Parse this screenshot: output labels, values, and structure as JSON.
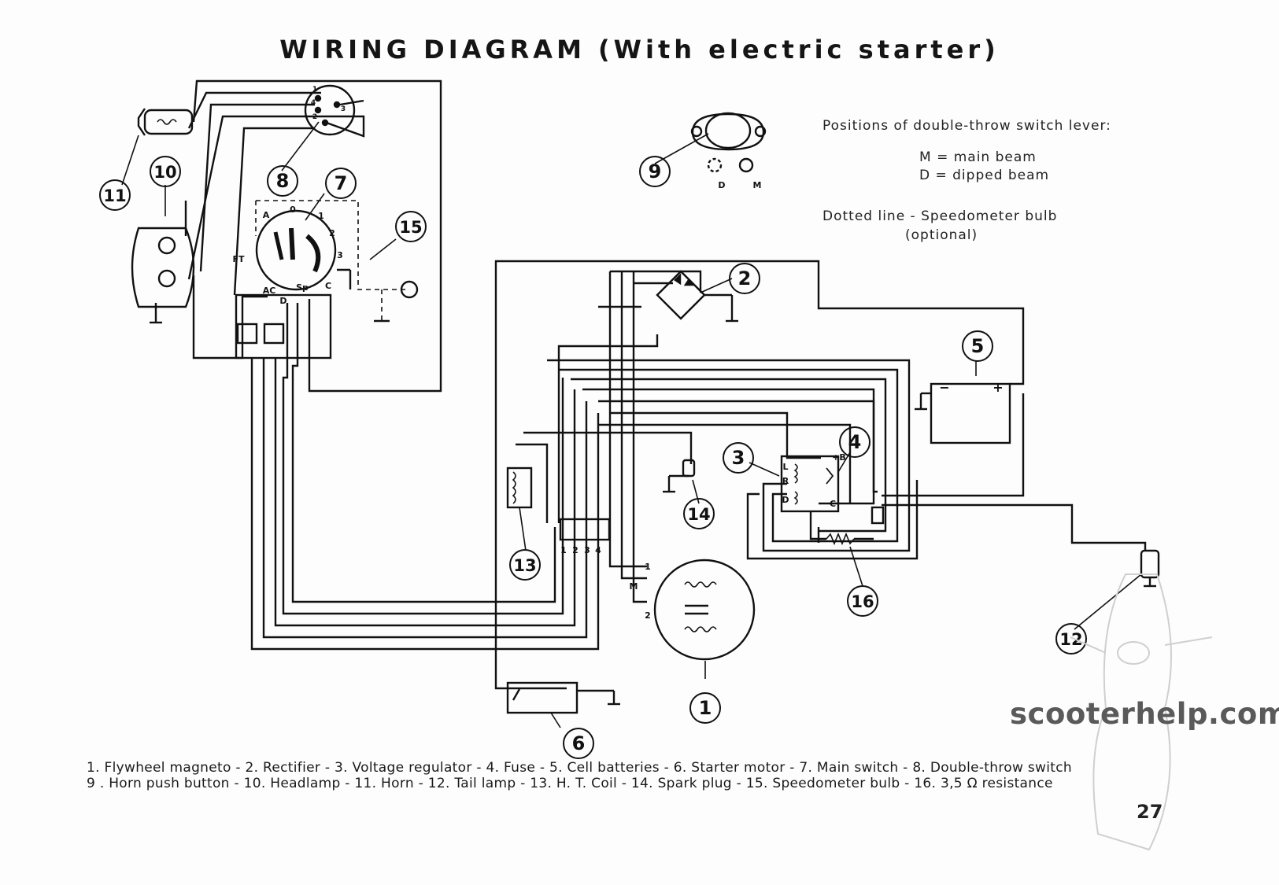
{
  "title": "WIRING DIAGRAM (With electric starter)",
  "notes": {
    "positions_heading": "Positions of double-throw switch lever:",
    "m_line": "M = main beam",
    "d_line": "D = dipped beam",
    "dotted_line": "Dotted line - Speedometer bulb",
    "optional": "(optional)"
  },
  "callouts": [
    "1",
    "2",
    "3",
    "4",
    "5",
    "6",
    "7",
    "8",
    "9",
    "10",
    "11",
    "12",
    "13",
    "14",
    "15",
    "16"
  ],
  "terminal_labels": {
    "switch_d": "D",
    "switch_m": "M",
    "ms_a": "A",
    "ms_0": "0",
    "ms_1": "1",
    "ms_2": "2",
    "ms_3": "3",
    "ms_ft": "FT",
    "ms_ac": "AC",
    "ms_sp": "Sp",
    "ms_c": "C",
    "ms_d": "D",
    "reg_l": "L",
    "reg_r": "R",
    "reg_d": "D",
    "reg_b": "+B",
    "reg_c": "C",
    "coil_1": "1",
    "coil_2": "2",
    "coil_3": "3",
    "coil_4": "4",
    "mag_1": "1",
    "mag_m": "M",
    "mag_2": "2",
    "bat_minus": "−",
    "bat_plus": "+",
    "dsw_1": "1",
    "dsw_2": "2",
    "dsw_3": "3",
    "dsw_4": "4"
  },
  "legend": {
    "line1": "1. Flywheel magneto - 2. Rectifier - 3. Voltage regulator - 4. Fuse - 5. Cell batteries - 6. Starter motor - 7. Main switch - 8. Double-throw switch",
    "line2": "9 . Horn push button - 10. Headlamp - 11. Horn - 12. Tail lamp - 13. H. T. Coil - 14. Spark plug - 15. Speedometer bulb - 16. 3,5 Ω resistance"
  },
  "watermark": "scooterhelp.com",
  "page_number": "27"
}
